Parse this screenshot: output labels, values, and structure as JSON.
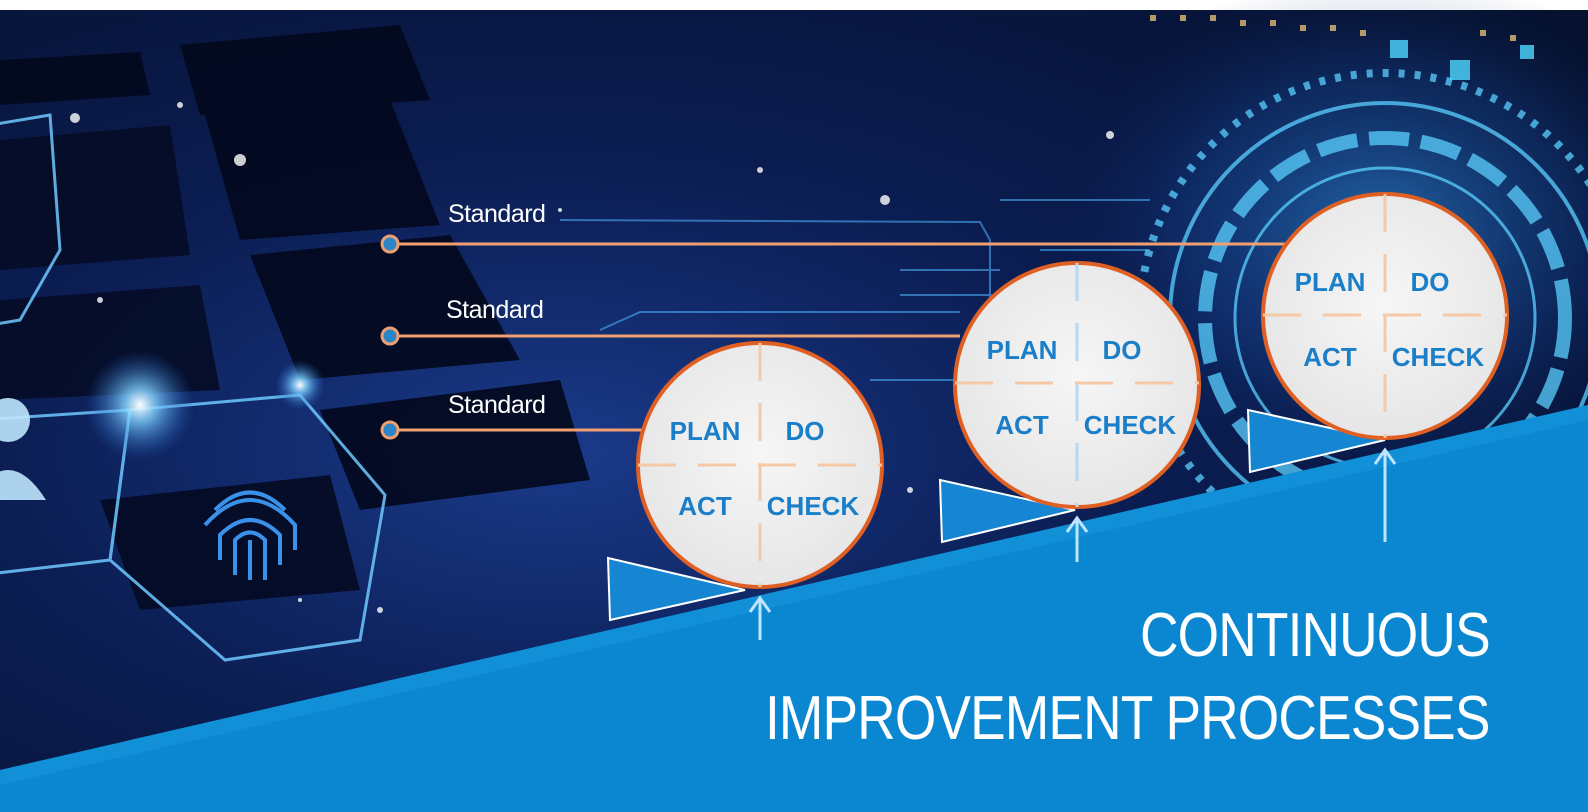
{
  "labels": {
    "standard_1": "Standard",
    "standard_2": "Standard",
    "standard_3": "Standard"
  },
  "title": {
    "line1": "CONTINUOUS",
    "line2": "IMPROVEMENT PROCESSES"
  },
  "cycles": [
    {
      "plan": "PLAN",
      "do": "DO",
      "act": "ACT",
      "check": "CHECK"
    },
    {
      "plan": "PLAN",
      "do": "DO",
      "act": "ACT",
      "check": "CHECK"
    },
    {
      "plan": "PLAN",
      "do": "DO",
      "act": "ACT",
      "check": "CHECK"
    }
  ],
  "colors": {
    "background_dark": "#0a1a45",
    "accent_blue": "#0a87d0",
    "pdca_text": "#1a7fc8",
    "circle_fill": "#efefef",
    "circle_border": "#e06024",
    "connector": "#f0a070"
  },
  "icons": [
    "fingerprint-icon",
    "user-icon",
    "up-arrow-icon",
    "wedge-icon"
  ]
}
